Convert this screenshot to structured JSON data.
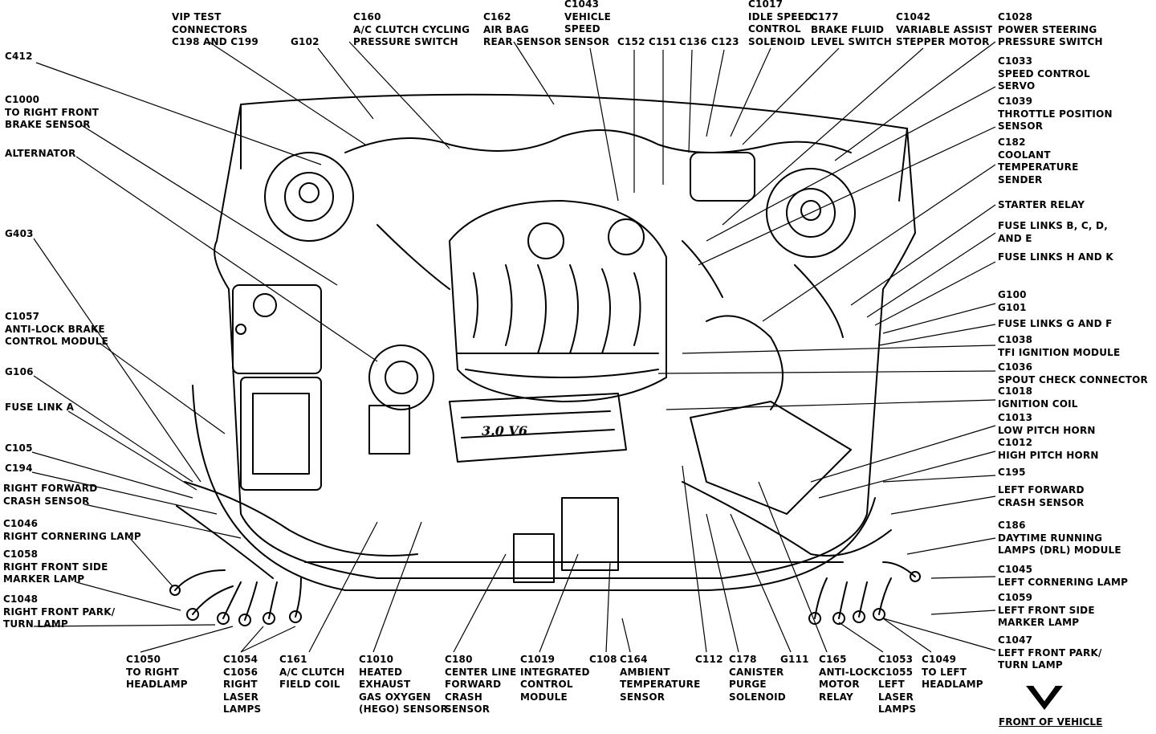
{
  "labels": {
    "vip_test": "VIP TEST\nCONNECTORS\nC198 AND C199",
    "c160": "C160\nA/C CLUTCH CYCLING\nPRESSURE SWITCH",
    "c162": "C162\nAIR BAG\nREAR SENSOR",
    "c1043": "C1043\nVEHICLE\nSPEED\nSENSOR",
    "g102": "G102",
    "c152": "C152",
    "c151": "C151",
    "c136": "C136",
    "c123": "C123",
    "c1017": "C1017\nIDLE SPEED\nCONTROL\nSOLENOID",
    "c177": "C177\nBRAKE FLUID\nLEVEL SWITCH",
    "c1042": "C1042\nVARIABLE ASSIST\nSTEPPER MOTOR",
    "c412": "C412",
    "c1000": "C1000\nTO RIGHT FRONT\nBRAKE SENSOR",
    "alternator": "ALTERNATOR",
    "g403": "G403",
    "c1057": "C1057\nANTI-LOCK BRAKE\nCONTROL MODULE",
    "g106": "G106",
    "fuse_link_a": "FUSE LINK A",
    "c105": "C105",
    "c194": "C194",
    "right_forward_crash": "RIGHT FORWARD\nCRASH SENSOR",
    "c1046": "C1046\nRIGHT CORNERING LAMP",
    "c1058": "C1058\nRIGHT FRONT SIDE\nMARKER LAMP",
    "c1048": "C1048\nRIGHT FRONT PARK/\nTURN LAMP",
    "c1050": "C1050\nTO RIGHT\nHEADLAMP",
    "c1054": "C1054\nC1056\nRIGHT\nLASER\nLAMPS",
    "c161": "C161\nA/C CLUTCH\nFIELD COIL",
    "c1010": "C1010\nHEATED\nEXHAUST\nGAS OXYGEN\n(HEGO) SENSOR",
    "c180": "C180\nCENTER LINE\nFORWARD\nCRASH\nSENSOR",
    "c1019": "C1019\nINTEGRATED\nCONTROL\nMODULE",
    "c108": "C108",
    "c164": "C164\nAMBIENT\nTEMPERATURE\nSENSOR",
    "c112": "C112",
    "c178": "C178\nCANISTER\nPURGE\nSOLENOID",
    "g111": "G111",
    "c165": "C165\nANTI-LOCK\nMOTOR\nRELAY",
    "c1053": "C1053\nC1055\nLEFT\nLASER\nLAMPS",
    "c1049": "C1049\nTO LEFT\nHEADLAMP",
    "c1028": "C1028\nPOWER STEERING\nPRESSURE SWITCH",
    "c1033": "C1033\nSPEED CONTROL\nSERVO",
    "c1039": "C1039\nTHROTTLE POSITION\nSENSOR",
    "c182": "C182\nCOOLANT\nTEMPERATURE\nSENDER",
    "starter_relay": "STARTER RELAY",
    "fuse_bcde": "FUSE LINKS B, C, D,\nAND E",
    "fuse_hk": "FUSE LINKS H AND K",
    "g100": "G100\nG101",
    "fuse_gf": "FUSE LINKS G AND F",
    "c1038": "C1038\nTFI IGNITION MODULE",
    "c1036": "C1036\nSPOUT CHECK CONNECTOR",
    "c1018": "C1018\nIGNITION COIL",
    "c1013": "C1013\nLOW PITCH HORN",
    "c1012": "C1012\nHIGH PITCH HORN",
    "c195": "C195",
    "left_forward_crash": "LEFT FORWARD\nCRASH SENSOR",
    "c186": "C186\nDAYTIME RUNNING\nLAMPS (DRL) MODULE",
    "c1045": "C1045\nLEFT CORNERING LAMP",
    "c1059": "C1059\nLEFT FRONT SIDE\nMARKER LAMP",
    "c1047": "C1047\nLEFT FRONT PARK/\nTURN LAMP",
    "engine_badge": "3.0 V6",
    "front_of_vehicle": "FRONT OF VEHICLE"
  }
}
